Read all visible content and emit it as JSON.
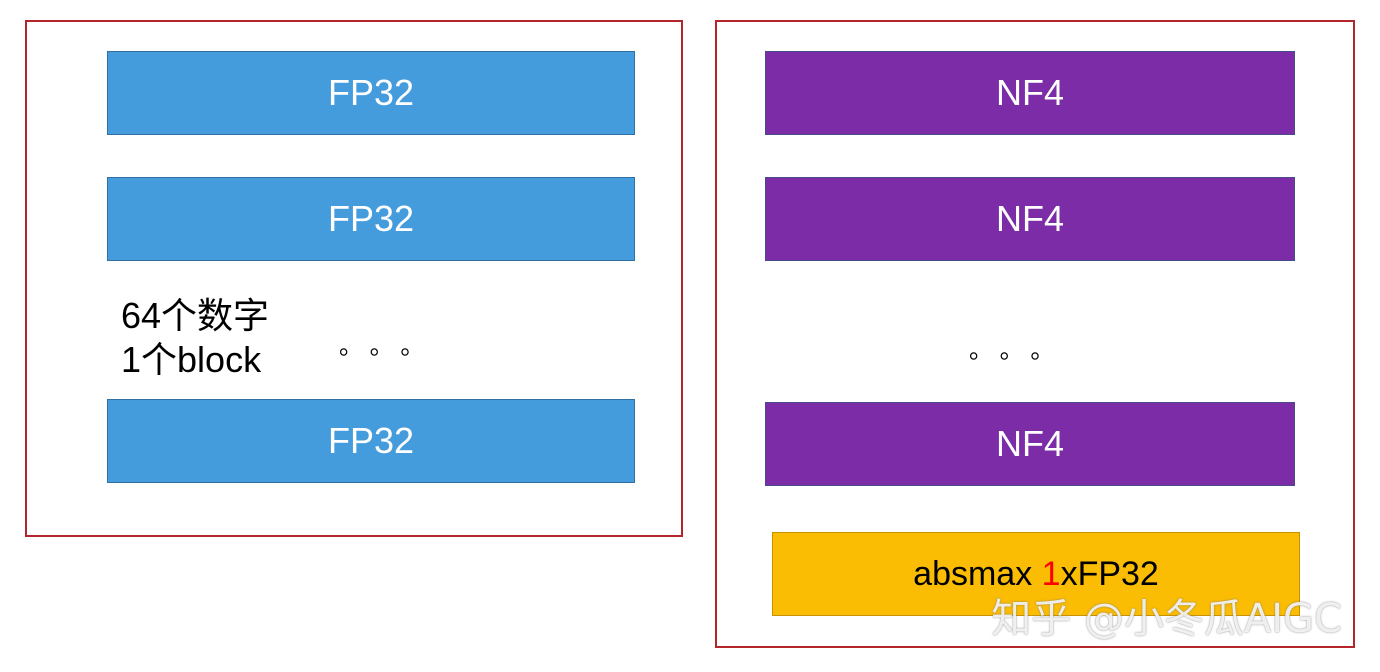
{
  "left": {
    "blocks": [
      "FP32",
      "FP32",
      "FP32"
    ],
    "note_line1": "64个数字",
    "note_line2": "1个block",
    "dots": "。 。 。"
  },
  "right": {
    "blocks": [
      "NF4",
      "NF4",
      "NF4"
    ],
    "dots": "。 。 。",
    "absmax": {
      "prefix": "absmax ",
      "highlight": "1",
      "suffix": "xFP32"
    }
  },
  "watermark": "知乎 @小冬瓜AIGC",
  "colors": {
    "panel_border": "#b3262b",
    "fp32": "#459cdc",
    "nf4": "#7b2ca6",
    "absmax": "#fbbc04",
    "highlight": "#ff0000"
  }
}
